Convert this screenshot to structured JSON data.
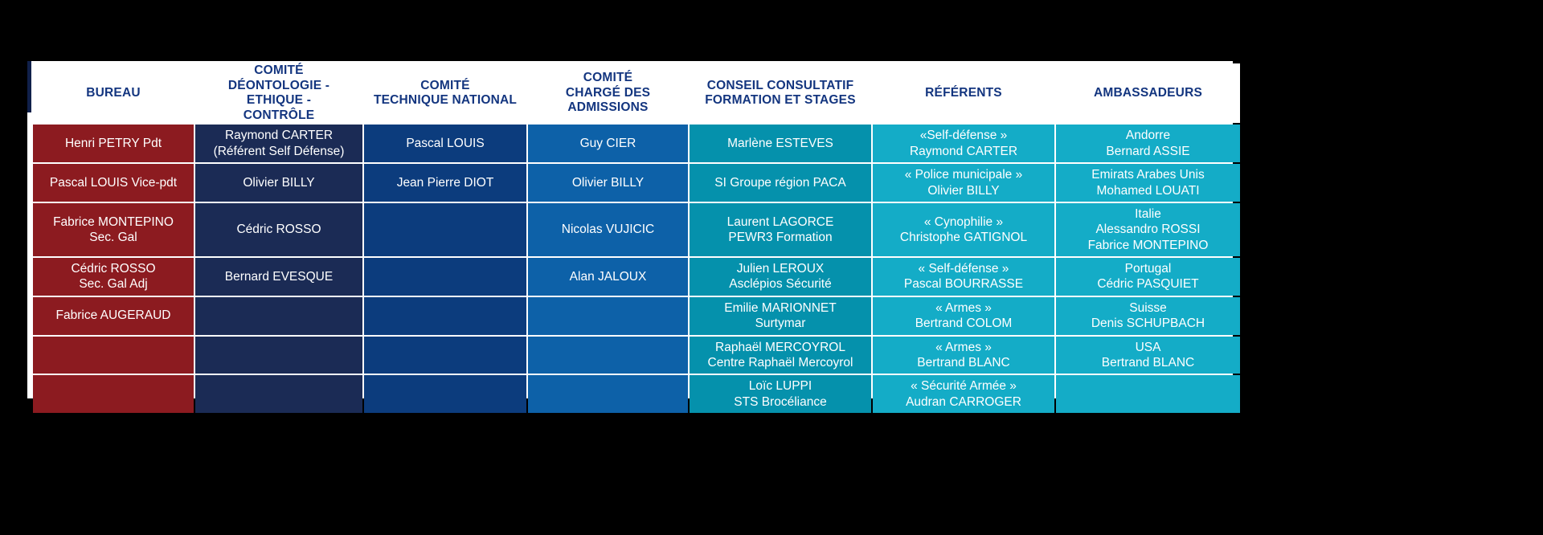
{
  "palette": {
    "page_background": "#000000",
    "card_background": "#ffffff",
    "header_text": "#13357f",
    "col_bureau": "#8c1b20",
    "col_deontologie": "#1b2b55",
    "col_technique": "#0c3c7d",
    "col_admissions": "#0d61a8",
    "col_conseil": "#0591ac",
    "col_referents": "#14acc7",
    "col_ambassadeurs": "#14acc7"
  },
  "table": {
    "columns": [
      {
        "key": "bureau",
        "label": "BUREAU"
      },
      {
        "key": "deontologie",
        "label": "COMITÉ\nDÉONTOLOGIE - ETHIQUE -\nCONTRÔLE"
      },
      {
        "key": "technique",
        "label": "COMITÉ\nTECHNIQUE NATIONAL"
      },
      {
        "key": "admissions",
        "label": "COMITÉ\nCHARGÉ DES\nADMISSIONS"
      },
      {
        "key": "conseil",
        "label": "CONSEIL CONSULTATIF\nFORMATION ET STAGES"
      },
      {
        "key": "referents",
        "label": "RÉFÉRENTS"
      },
      {
        "key": "ambassadeurs",
        "label": "AMBASSADEURS"
      }
    ],
    "rows": [
      {
        "bureau": "Henri PETRY Pdt",
        "deontologie": "Raymond CARTER\n(Référent Self Défense)",
        "technique": "Pascal LOUIS",
        "admissions": "Guy CIER",
        "conseil": "Marlène ESTEVES",
        "referents": "«Self-défense »\nRaymond CARTER",
        "ambassadeurs": "Andorre\nBernard ASSIE"
      },
      {
        "bureau": "Pascal LOUIS Vice-pdt",
        "deontologie": "Olivier BILLY",
        "technique": "Jean Pierre DIOT",
        "admissions": "Olivier BILLY",
        "conseil": "SI Groupe région PACA",
        "referents": "« Police municipale »\nOlivier BILLY",
        "ambassadeurs": "Emirats Arabes Unis\nMohamed LOUATI"
      },
      {
        "bureau": "Fabrice MONTEPINO\nSec. Gal",
        "deontologie": "Cédric ROSSO",
        "technique": "",
        "admissions": "Nicolas VUJICIC",
        "conseil": "Laurent LAGORCE\nPEWR3 Formation",
        "referents": "« Cynophilie »\nChristophe GATIGNOL",
        "ambassadeurs": "Italie\nAlessandro ROSSI\nFabrice MONTEPINO"
      },
      {
        "bureau": "Cédric ROSSO\nSec. Gal Adj",
        "deontologie": "Bernard EVESQUE",
        "technique": "",
        "admissions": "Alan JALOUX",
        "conseil": "Julien LEROUX\nAsclépios Sécurité",
        "referents": "« Self-défense »\nPascal BOURRASSE",
        "ambassadeurs": "Portugal\nCédric PASQUIET"
      },
      {
        "bureau": "Fabrice AUGERAUD",
        "deontologie": "",
        "technique": "",
        "admissions": "",
        "conseil": "Emilie MARIONNET\nSurtymar",
        "referents": "« Armes »\nBertrand COLOM",
        "ambassadeurs": "Suisse\nDenis SCHUPBACH"
      },
      {
        "bureau": "",
        "deontologie": "",
        "technique": "",
        "admissions": "",
        "conseil": "Raphaël MERCOYROL\nCentre Raphaël Mercoyrol",
        "referents": "« Armes »\nBertrand BLANC",
        "ambassadeurs": "USA\nBertrand BLANC"
      },
      {
        "bureau": "",
        "deontologie": "",
        "technique": "",
        "admissions": "",
        "conseil": "Loïc LUPPI\nSTS Brocéliance",
        "referents": "« Sécurité Armée »\nAudran CARROGER",
        "ambassadeurs": ""
      }
    ]
  }
}
